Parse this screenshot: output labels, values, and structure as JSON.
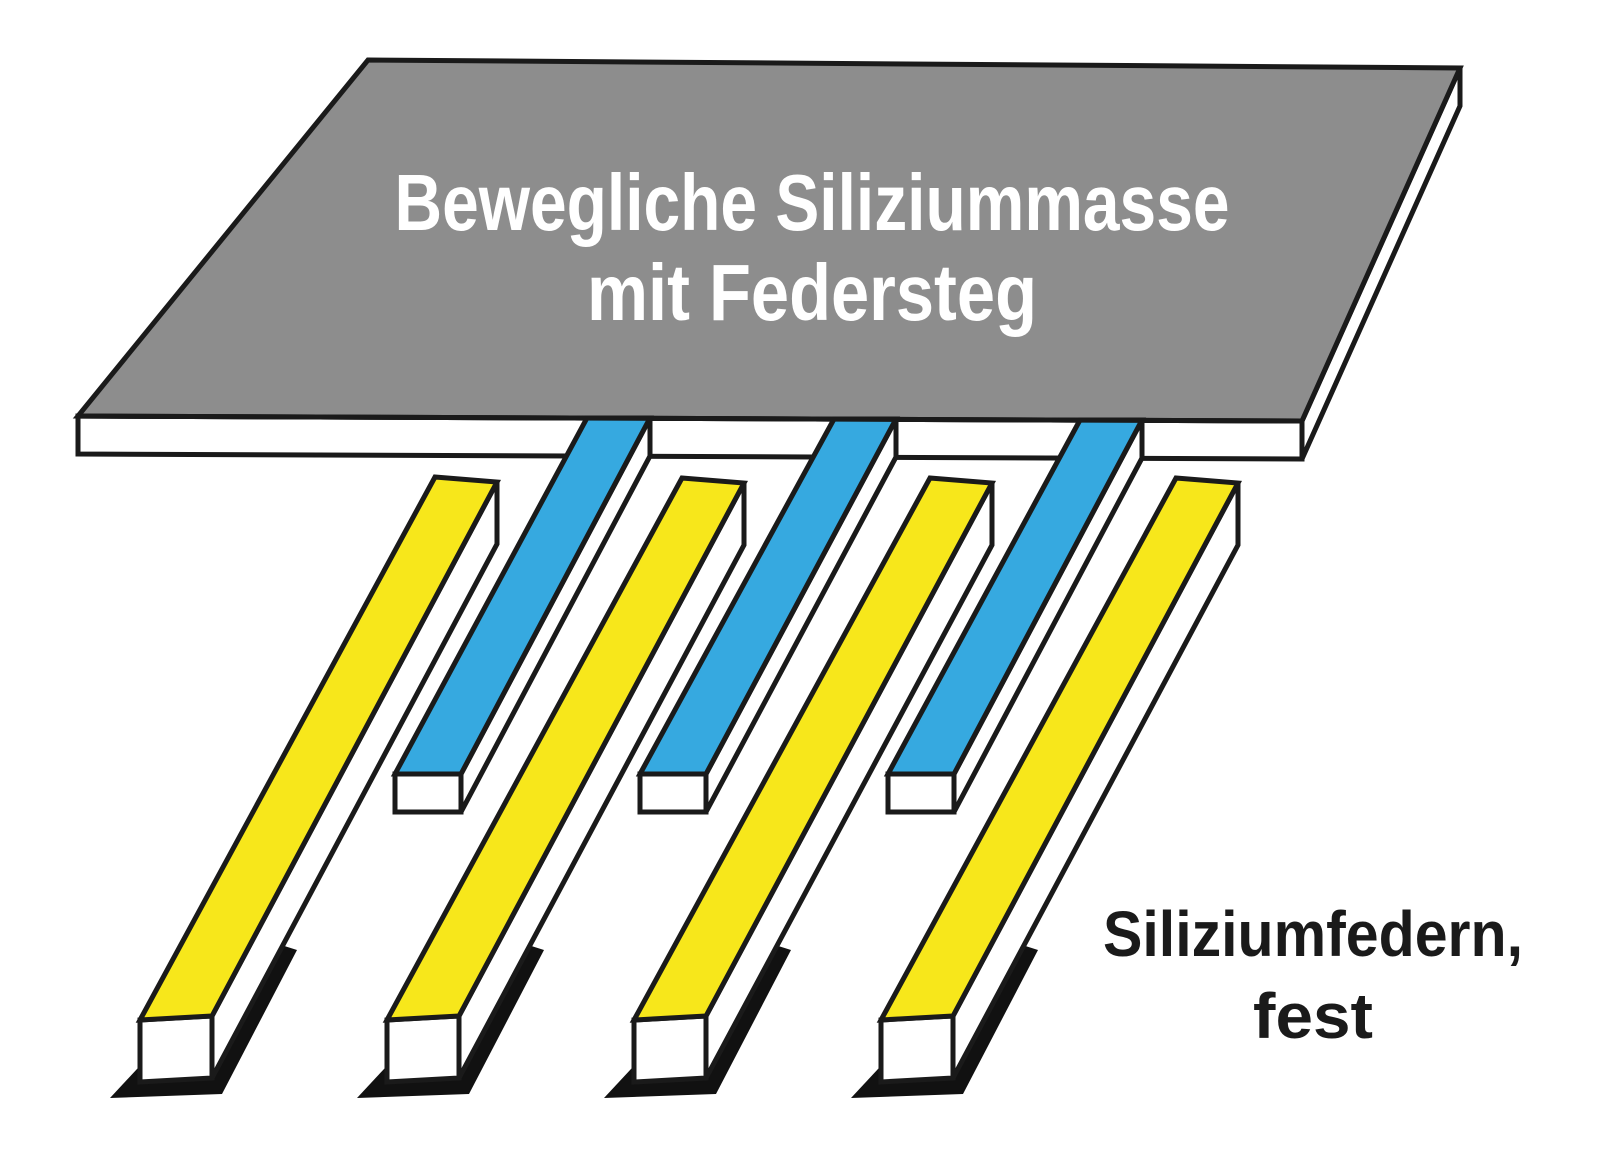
{
  "diagram": {
    "plate_label_line1": "Bewegliche Siliziummasse",
    "plate_label_line2": "mit Federsteg",
    "fixed_springs_label_line1": "Siliziumfedern,",
    "fixed_springs_label_line2": "fest"
  },
  "colors": {
    "plate_gray": "#8D8D8D",
    "beam_blue": "#36A9E0",
    "beam_yellow": "#F7E71B",
    "face_white": "#FFFFFF",
    "outline_black": "#1A1A1A",
    "shadow_black": "#111111",
    "plate_text": "#FFFFFF",
    "ground_text": "#1A1A1A",
    "background": "#FFFFFF"
  }
}
